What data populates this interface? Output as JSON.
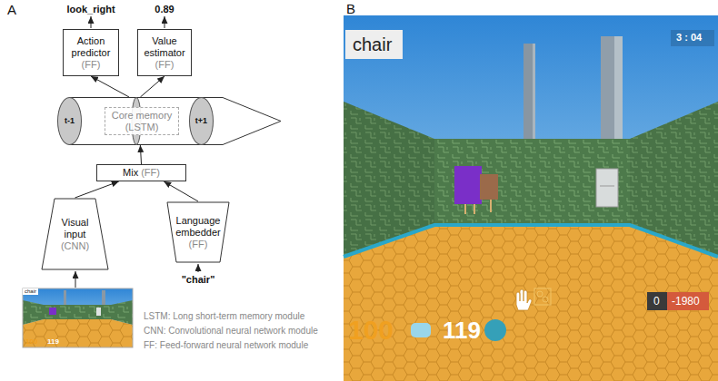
{
  "diagram": {
    "nodes": [
      {
        "text": [
          "Action predictor",
          "(FF)"
        ]
      },
      {
        "text": [
          "Value estimator",
          "(FF)"
        ]
      },
      {
        "text": [
          "Core memory",
          "(LSTM)"
        ]
      },
      {
        "text": [
          "t-1"
        ],
        "in": 2
      },
      {
        "text": [
          "t+1"
        ],
        "in": 2
      },
      {
        "text": [
          "Mix",
          "(FF)"
        ]
      },
      {
        "text": [
          "Visual input",
          "(CNN)"
        ]
      },
      {
        "text": [
          "Language embedder",
          "(FF)"
        ]
      }
    ],
    "edges": [
      {
        "from": 2,
        "to": 0,
        "arrow": "to"
      },
      {
        "from": 2,
        "to": 1,
        "arrow": "to"
      },
      {
        "from": 5,
        "to": 2,
        "arrow": "to"
      },
      {
        "from": 6,
        "to": 5,
        "arrow": "to"
      },
      {
        "from": 7,
        "to": 5,
        "arrow": "to"
      }
    ],
    "labels": [
      "A",
      "B",
      "look_right",
      "0.89",
      "\"chair\"",
      "chair",
      "100",
      "119",
      "LSTM: Long short-term memory module",
      "CNN: Convolutional neural network module",
      "FF: Feed-forward neural network module",
      "chair",
      "3 : 04",
      "100",
      "119",
      "0",
      "-1980"
    ]
  }
}
